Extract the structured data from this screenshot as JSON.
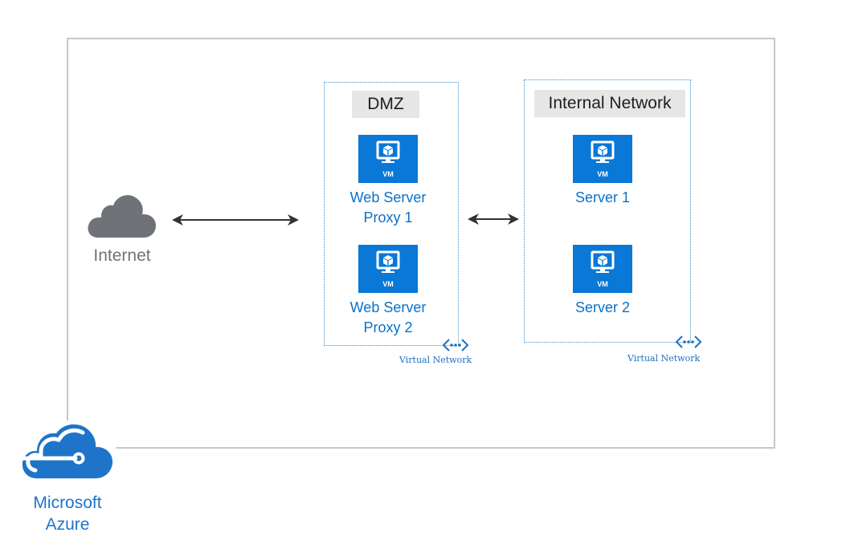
{
  "colors": {
    "azure_blue": "#0a78d7",
    "label_blue": "#0a72c9",
    "cloud_gray": "#6f7378",
    "frame_gray": "#c8c8c8",
    "zone_label_bg": "#e6e6e6"
  },
  "internet": {
    "icon": "cloud-icon",
    "label": "Internet"
  },
  "dmz": {
    "title": "DMZ",
    "network_label": "Virtual Network",
    "nodes": [
      {
        "icon": "vm-icon",
        "badge": "VM",
        "line1": "Web Server",
        "line2": "Proxy 1"
      },
      {
        "icon": "vm-icon",
        "badge": "VM",
        "line1": "Web Server",
        "line2": "Proxy 2"
      }
    ]
  },
  "internal": {
    "title": "Internal Network",
    "network_label": "Virtual Network",
    "nodes": [
      {
        "icon": "vm-icon",
        "badge": "VM",
        "line1": "Server 1"
      },
      {
        "icon": "vm-icon",
        "badge": "VM",
        "line1": "Server 2"
      }
    ]
  },
  "brand": {
    "icon": "azure-cloud-icon",
    "line1": "Microsoft",
    "line2": "Azure"
  }
}
